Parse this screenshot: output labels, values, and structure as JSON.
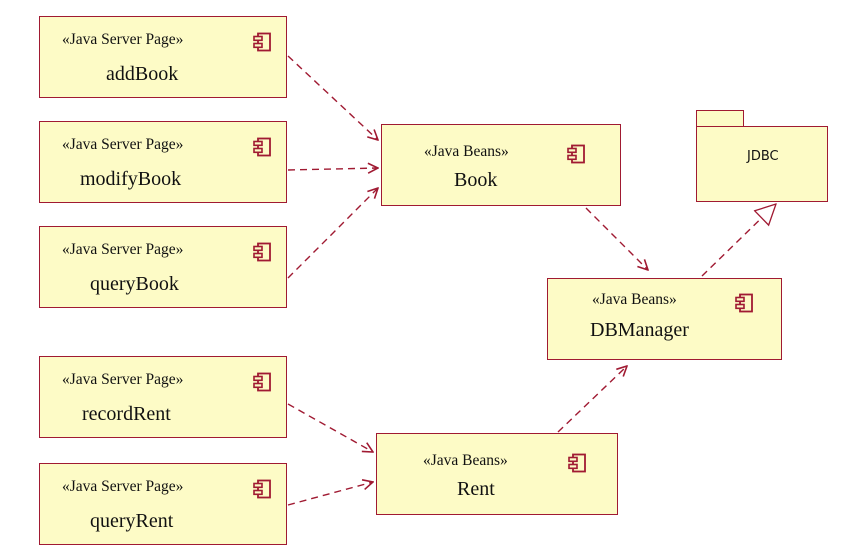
{
  "jsp_stereotype": "«Java Server  Page»",
  "bean_stereotype": "«Java Beans»",
  "pages": [
    {
      "name": "addBook"
    },
    {
      "name": "modifyBook"
    },
    {
      "name": "queryBook"
    },
    {
      "name": "recordRent"
    },
    {
      "name": "queryRent"
    }
  ],
  "beans": [
    {
      "name": "Book"
    },
    {
      "name": "Rent"
    },
    {
      "name": "DBManager"
    }
  ],
  "package": {
    "name": "JDBC"
  },
  "relations": [
    {
      "from": "addBook",
      "to": "Book",
      "kind": "dependency"
    },
    {
      "from": "modifyBook",
      "to": "Book",
      "kind": "dependency"
    },
    {
      "from": "queryBook",
      "to": "Book",
      "kind": "dependency"
    },
    {
      "from": "recordRent",
      "to": "Rent",
      "kind": "dependency"
    },
    {
      "from": "queryRent",
      "to": "Rent",
      "kind": "dependency"
    },
    {
      "from": "Book",
      "to": "DBManager",
      "kind": "dependency"
    },
    {
      "from": "Rent",
      "to": "DBManager",
      "kind": "dependency"
    },
    {
      "from": "DBManager",
      "to": "JDBC",
      "kind": "realization"
    }
  ],
  "colors": {
    "fill": "#fdfbc6",
    "stroke": "#a01a32",
    "text": "#111111"
  }
}
